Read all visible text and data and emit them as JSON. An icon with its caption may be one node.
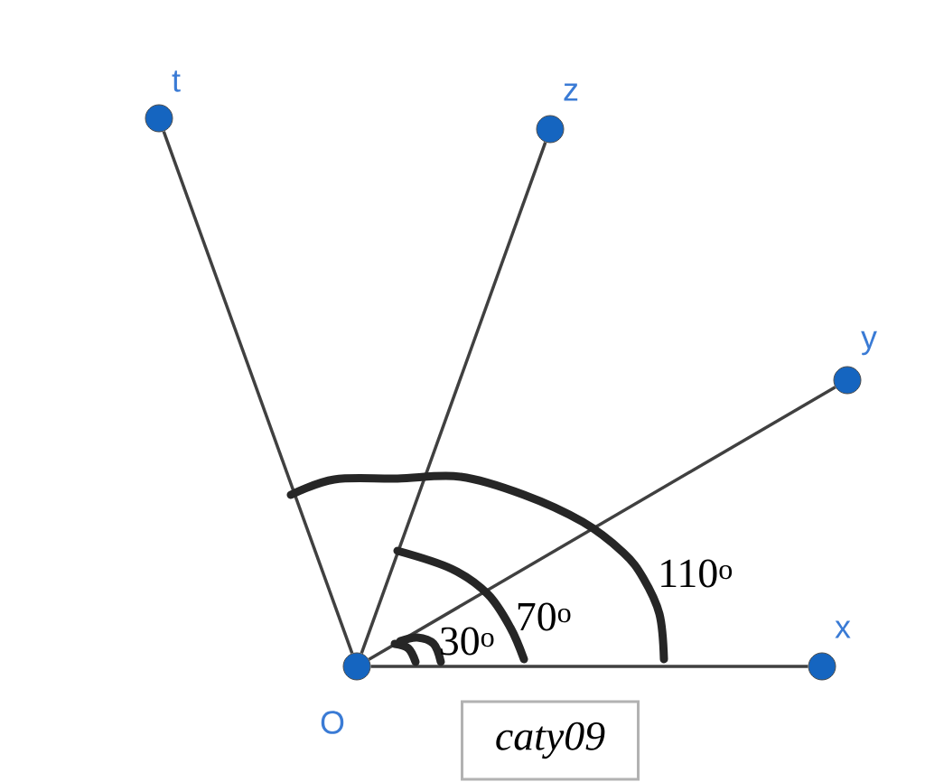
{
  "diagram": {
    "nodes": [
      {
        "text": [
          "O"
        ]
      },
      {
        "text": [
          "x"
        ]
      },
      {
        "text": [
          "y"
        ]
      },
      {
        "text": [
          "z"
        ]
      },
      {
        "text": [
          "t"
        ]
      }
    ],
    "edges": [
      {
        "from": 0,
        "to": 1,
        "arrow": "none"
      },
      {
        "from": 0,
        "to": 2,
        "arrow": "none"
      },
      {
        "from": 0,
        "to": 3,
        "arrow": "none"
      },
      {
        "from": 0,
        "to": 4,
        "arrow": "none"
      }
    ],
    "labels": [
      "110$^{o}$",
      "70$^{o}$",
      "30$^{o}$",
      "caty09"
    ]
  }
}
